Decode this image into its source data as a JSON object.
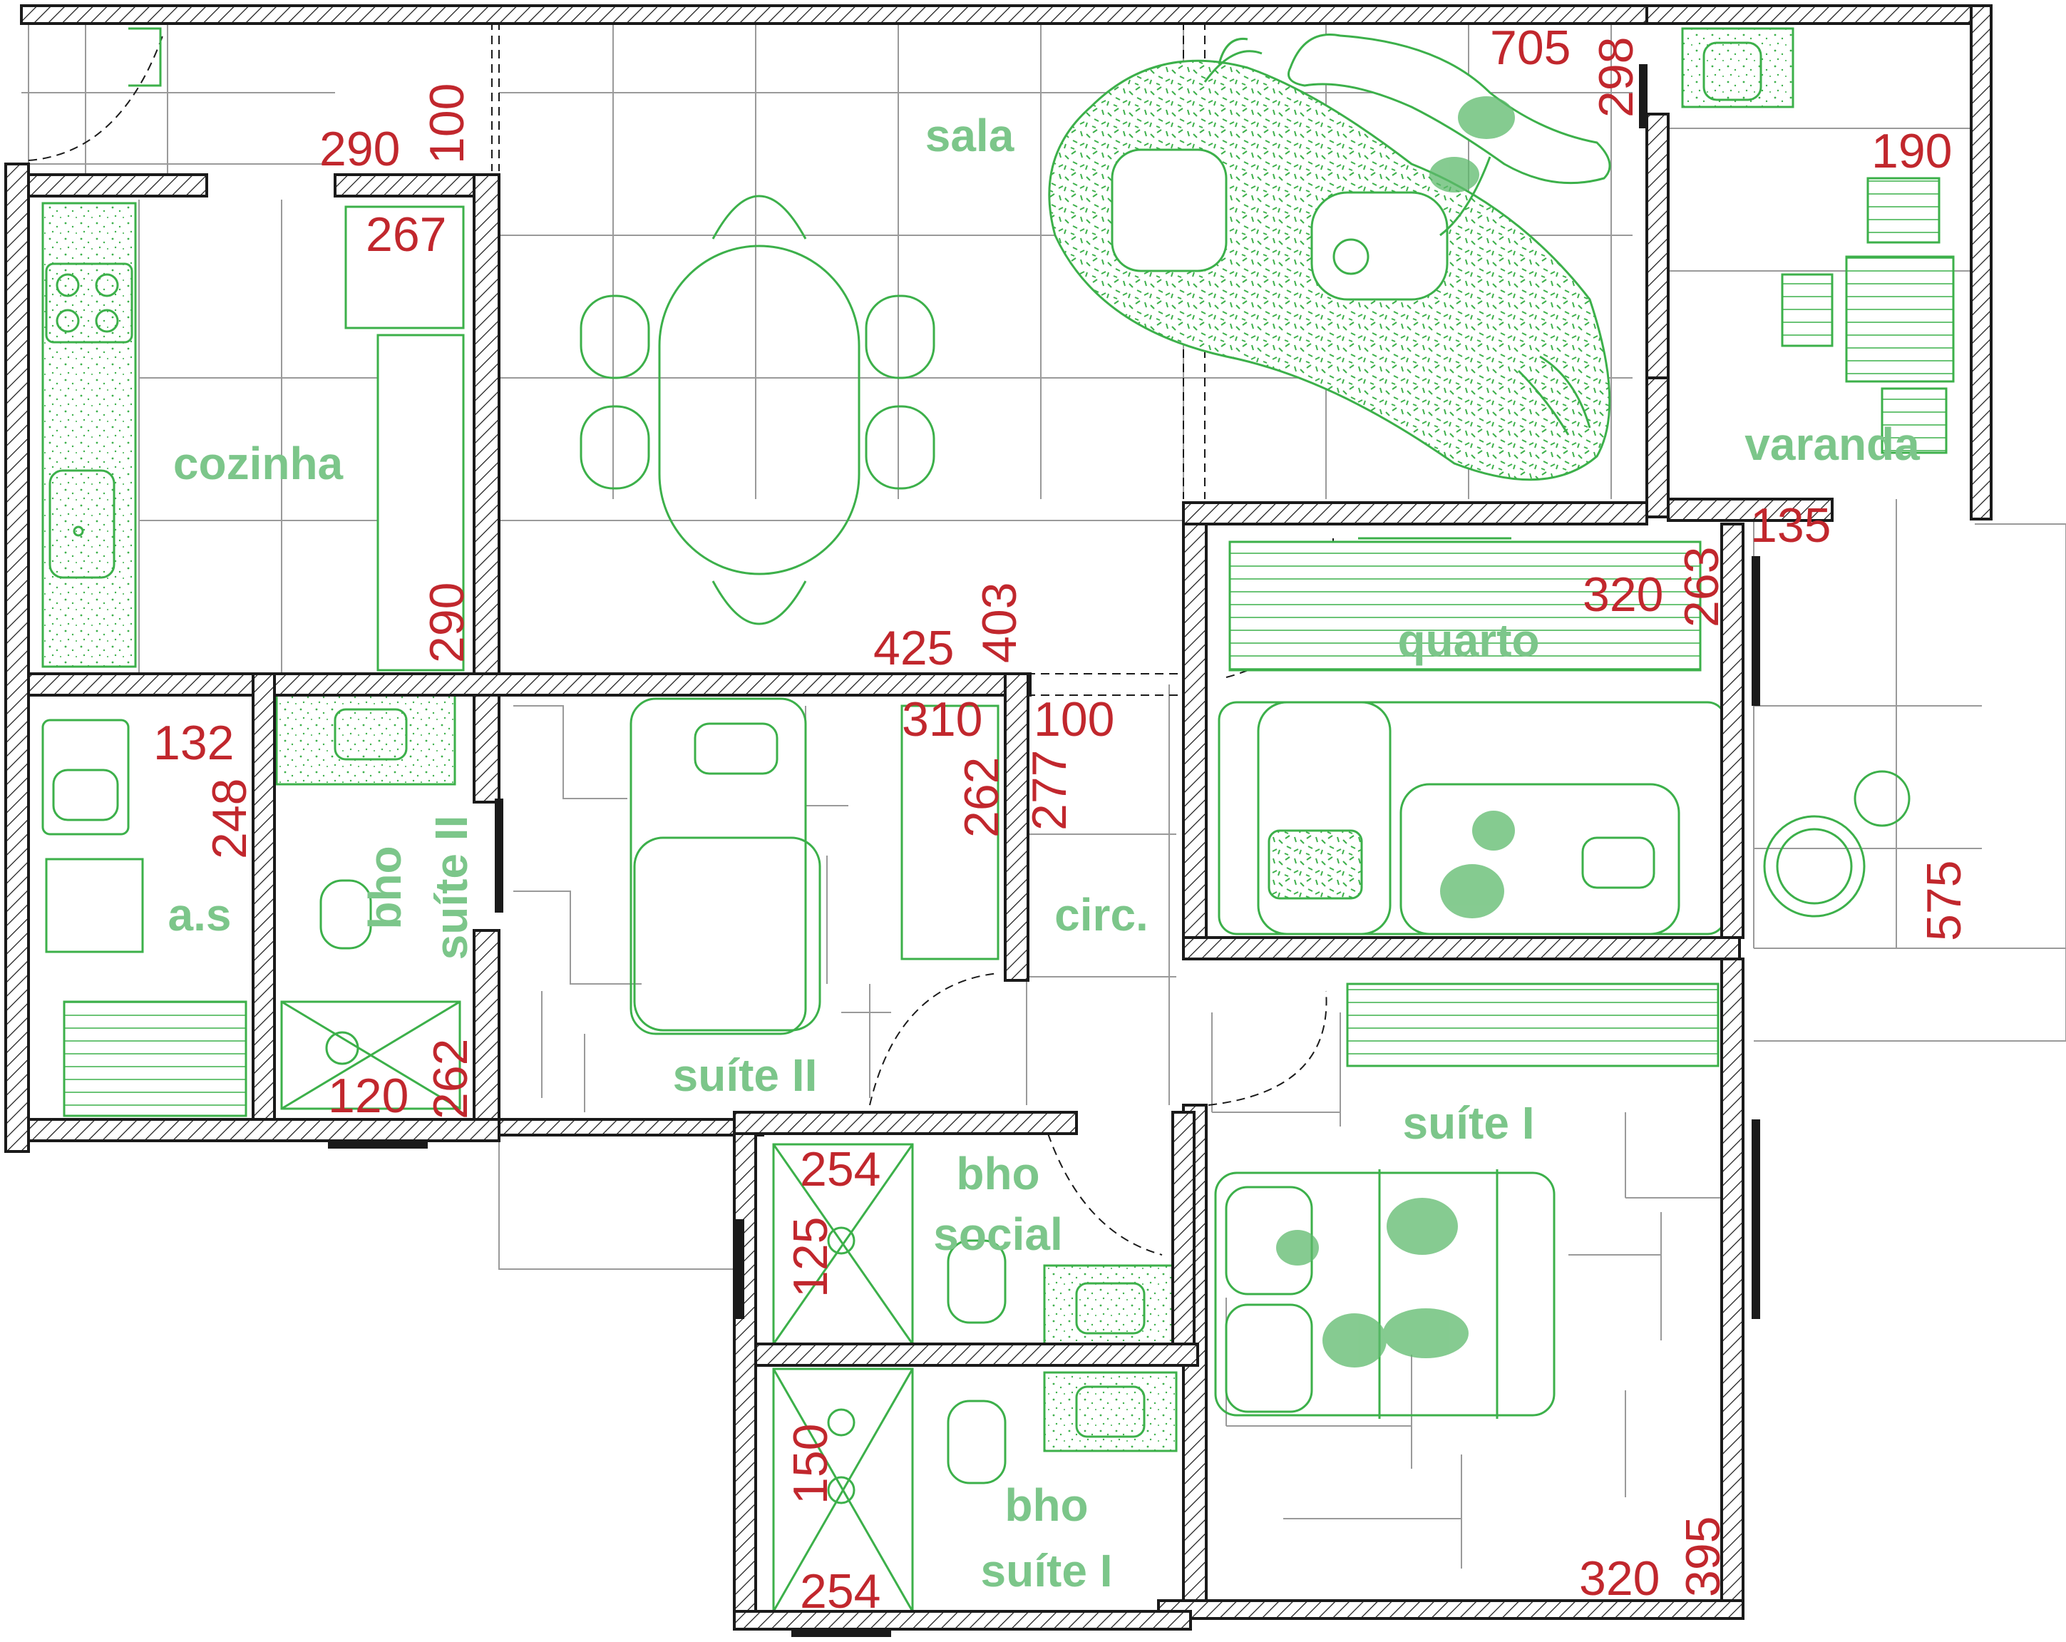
{
  "colors": {
    "label": "#7cc68a",
    "dimension": "#c1272d",
    "line": "#3cb04a",
    "wall": "#1a1a1a",
    "grid": "#9a9a9a"
  },
  "rooms": {
    "sala": "sala",
    "cozinha": "cozinha",
    "varanda": "varanda",
    "quarto": "quarto",
    "as": "a.s",
    "bho_suite2_a": "bho",
    "bho_suite2_b": "suíte II",
    "suite2": "suíte II",
    "circ": "circ.",
    "suite1": "suíte I",
    "bho_social_a": "bho",
    "bho_social_b": "social",
    "bho_suite1_a": "bho",
    "bho_suite1_b": "suíte I"
  },
  "dimensions": {
    "sala_w": "705",
    "sala_h": "298",
    "hall_w": "290",
    "hall_h": "100",
    "varanda_w": "190",
    "varanda_w2": "135",
    "varanda_h": "575",
    "coz_w": "267",
    "coz_h": "290",
    "din_w": "425",
    "din_h": "403",
    "quarto_w": "320",
    "quarto_h": "263",
    "as_w": "132",
    "as_h": "248",
    "bs2_w": "120",
    "bs2_h": "262",
    "s2_w": "310",
    "s2_h": "262",
    "circ_w": "100",
    "circ_h": "277",
    "bsoc_w": "254",
    "bsoc_h": "125",
    "bs1_w": "254",
    "bs1_h": "150",
    "s1_w": "320",
    "s1_h": "395"
  }
}
